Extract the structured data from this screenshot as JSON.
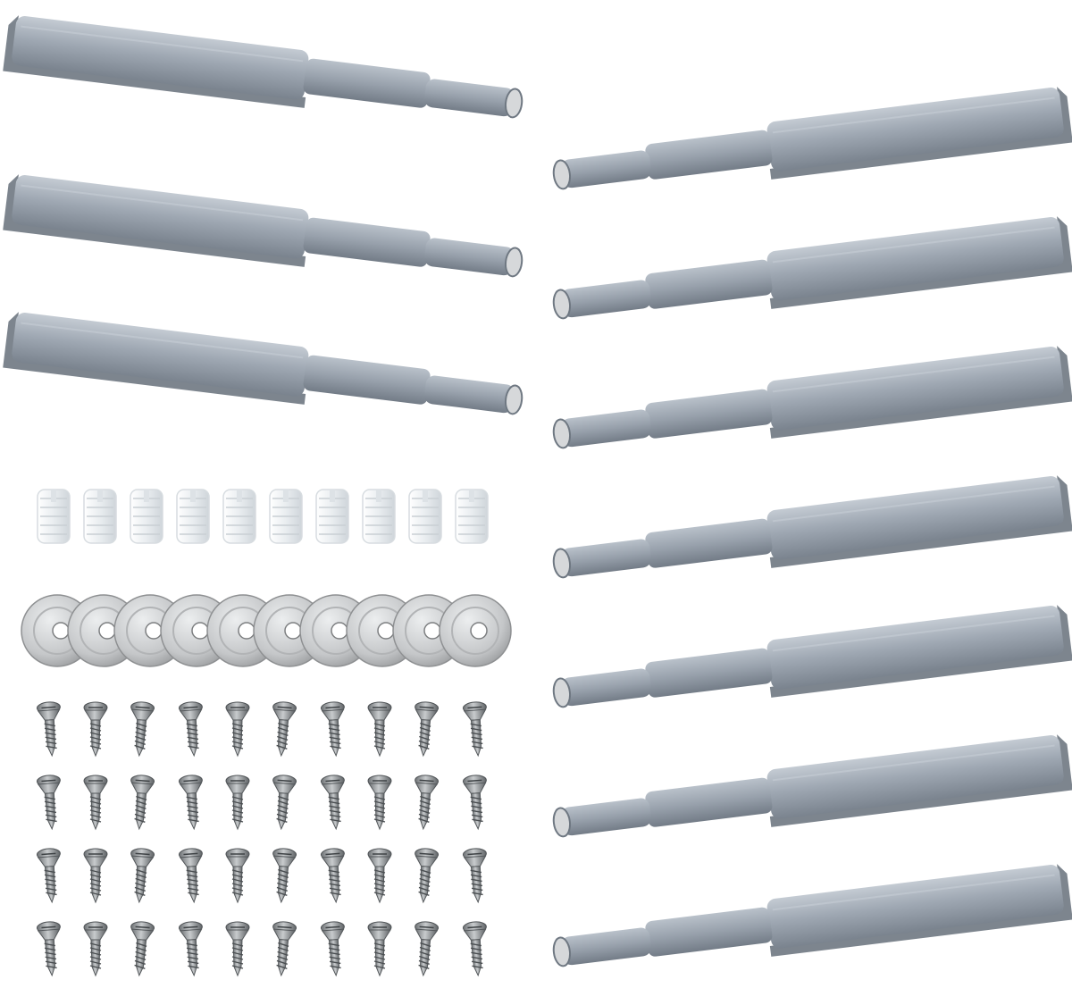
{
  "scene": {
    "subject": "push-to-open-latch-kit",
    "background_color": "#ffffff",
    "colors": {
      "latch_body": "#9aa3ae",
      "latch_highlight": "#c4cbd3",
      "latch_shadow": "#6f7882",
      "magnet_tip": "#d6d8da",
      "dowel": "#eef1f3",
      "washer": "#c9cbcd",
      "screw": "#8f9396"
    }
  },
  "parts": {
    "latches_left_count": 3,
    "latches_right_count": 7,
    "plastic_dowels_count": 10,
    "metal_washers_count": 10,
    "screws_rows": 4,
    "screws_per_row": 10
  }
}
